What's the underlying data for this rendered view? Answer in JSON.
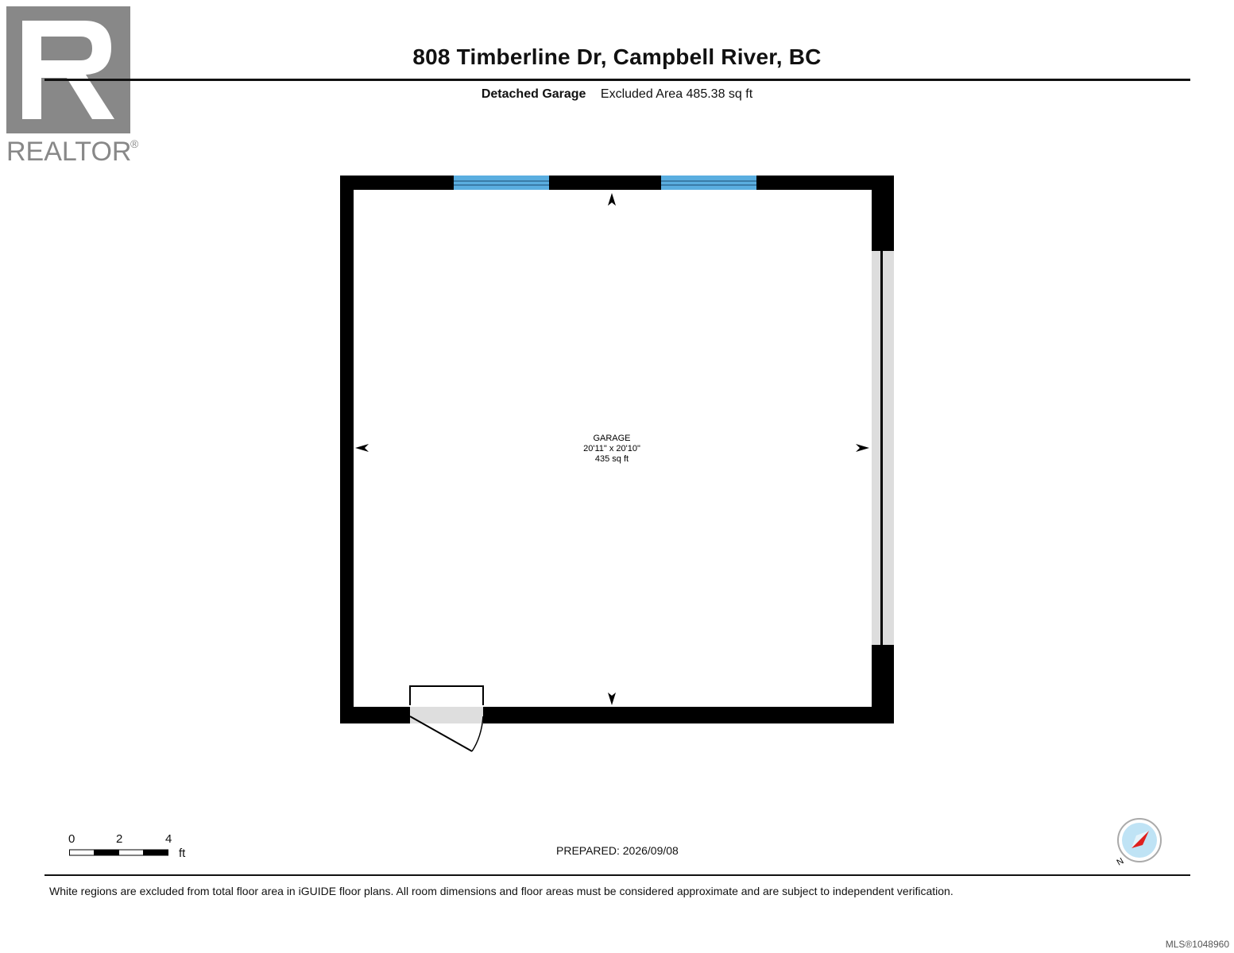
{
  "header": {
    "address": "808 Timberline Dr, Campbell River, BC",
    "level_name": "Detached Garage",
    "area_text": "Excluded Area 485.38 sq ft"
  },
  "logo": {
    "wordmark": "REALTOR",
    "mark": "®"
  },
  "room": {
    "name": "GARAGE",
    "dimensions": "20'11\" x 20'10\"",
    "area": "435 sq ft"
  },
  "scale_bar": {
    "ticks": [
      "0",
      "2",
      "4"
    ],
    "unit": "ft"
  },
  "prepared": "PREPARED: 2026/09/08",
  "compass": {
    "label": "N"
  },
  "disclaimer": "White regions are excluded from total floor area in iGUIDE floor plans. All room dimensions and floor areas must be considered approximate and are subject to independent verification.",
  "mls": "MLS®1048960",
  "colors": {
    "wall": "#000000",
    "window": "#5aaee0",
    "garage_door": "#dddddd",
    "compass_needle": "#e0201e",
    "compass_face": "#bfe3f5"
  }
}
